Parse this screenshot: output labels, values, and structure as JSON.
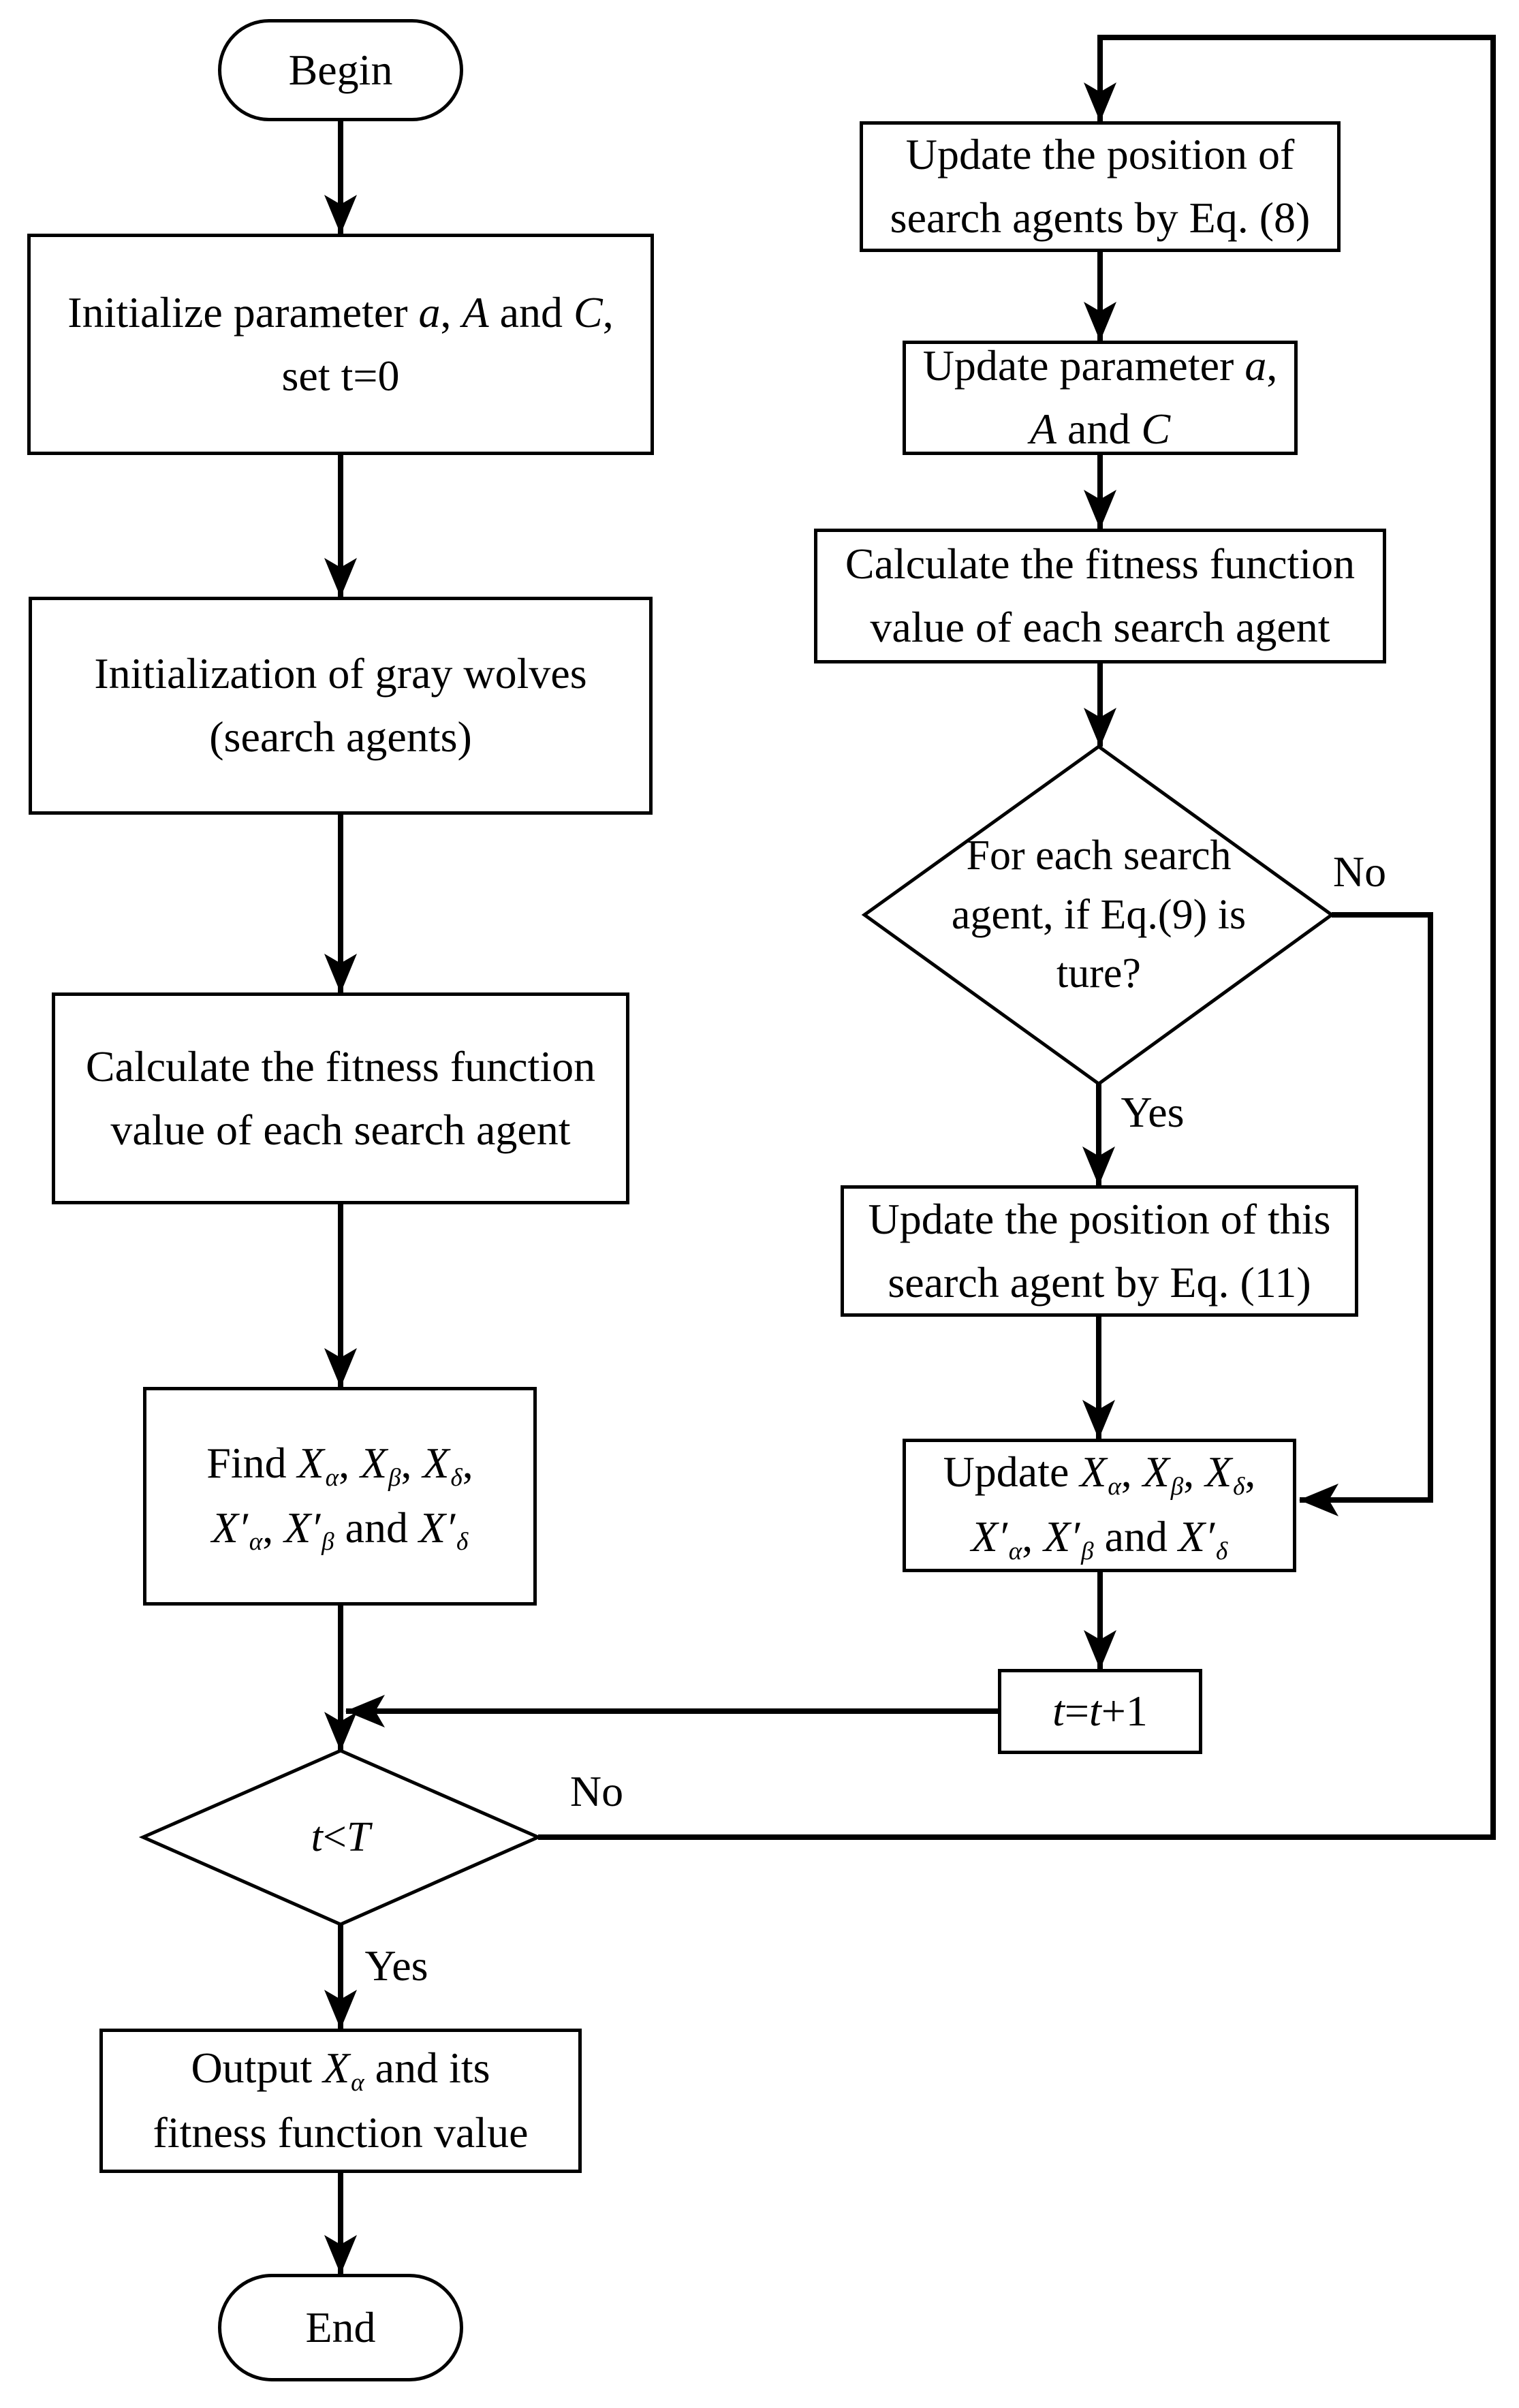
{
  "colors": {
    "line": "#000000",
    "fill": "#ffffff",
    "text": "#000000"
  },
  "labels": {
    "t_no": "No",
    "t_yes": "Yes",
    "eq9_no": "No",
    "eq9_yes": "Yes"
  },
  "nodes": {
    "begin": {
      "shape": "terminator",
      "lines": [
        [
          {
            "t": "Begin"
          }
        ]
      ]
    },
    "init_params": {
      "shape": "process",
      "lines": [
        [
          {
            "t": "Initialize parameter "
          },
          {
            "t": "a",
            "s": "i"
          },
          {
            "t": ", "
          },
          {
            "t": "A",
            "s": "i"
          },
          {
            "t": " and "
          },
          {
            "t": "C",
            "s": "i"
          },
          {
            "t": ","
          }
        ],
        [
          {
            "t": "set t=0"
          }
        ]
      ]
    },
    "init_wolves": {
      "shape": "process",
      "lines": [
        [
          {
            "t": "Initialization of gray wolves"
          }
        ],
        [
          {
            "t": "(search agents)"
          }
        ]
      ]
    },
    "calc_fitness_left": {
      "shape": "process",
      "lines": [
        [
          {
            "t": "Calculate the fitness function"
          }
        ],
        [
          {
            "t": "value of each search agent"
          }
        ]
      ]
    },
    "find_leaders": {
      "shape": "process",
      "lines": [
        [
          {
            "t": "Find "
          },
          {
            "t": "X",
            "s": "i"
          },
          {
            "t": "α",
            "s": "sub"
          },
          {
            "t": ", "
          },
          {
            "t": "X",
            "s": "i"
          },
          {
            "t": "β",
            "s": "sub"
          },
          {
            "t": ", "
          },
          {
            "t": "X",
            "s": "i"
          },
          {
            "t": "δ",
            "s": "sub"
          },
          {
            "t": ","
          }
        ],
        [
          {
            "t": "X′",
            "s": "i"
          },
          {
            "t": "α",
            "s": "sub"
          },
          {
            "t": ", "
          },
          {
            "t": "X′",
            "s": "i"
          },
          {
            "t": "β",
            "s": "sub"
          },
          {
            "t": " and "
          },
          {
            "t": "X′",
            "s": "i"
          },
          {
            "t": "δ",
            "s": "sub"
          }
        ]
      ]
    },
    "t_decision": {
      "shape": "decision",
      "lines": [
        [
          {
            "t": "t",
            "s": "i"
          },
          {
            "t": "<"
          },
          {
            "t": "T",
            "s": "i"
          }
        ]
      ]
    },
    "output_result": {
      "shape": "process",
      "lines": [
        [
          {
            "t": "Output "
          },
          {
            "t": "X",
            "s": "i"
          },
          {
            "t": "α",
            "s": "sub"
          },
          {
            "t": " and its"
          }
        ],
        [
          {
            "t": "fitness function value"
          }
        ]
      ]
    },
    "end": {
      "shape": "terminator",
      "lines": [
        [
          {
            "t": "End"
          }
        ]
      ]
    },
    "update_positions_eq8": {
      "shape": "process",
      "lines": [
        [
          {
            "t": "Update the position of"
          }
        ],
        [
          {
            "t": "search agents by Eq. (8)"
          }
        ]
      ]
    },
    "update_params": {
      "shape": "process",
      "lines": [
        [
          {
            "t": "Update parameter "
          },
          {
            "t": "a",
            "s": "i"
          },
          {
            "t": ","
          }
        ],
        [
          {
            "t": "A",
            "s": "i"
          },
          {
            "t": " and "
          },
          {
            "t": "C",
            "s": "i"
          }
        ]
      ]
    },
    "calc_fitness_right": {
      "shape": "process",
      "lines": [
        [
          {
            "t": "Calculate the fitness function"
          }
        ],
        [
          {
            "t": "value of each search agent"
          }
        ]
      ]
    },
    "eq9_decision": {
      "shape": "decision",
      "lines": [
        [
          {
            "t": "For each search"
          }
        ],
        [
          {
            "t": "agent, if Eq.(9) is"
          }
        ],
        [
          {
            "t": "ture?"
          }
        ]
      ]
    },
    "update_position_eq11": {
      "shape": "process",
      "lines": [
        [
          {
            "t": "Update the position of this"
          }
        ],
        [
          {
            "t": "search agent by Eq. (11)"
          }
        ]
      ]
    },
    "update_leaders": {
      "shape": "process",
      "lines": [
        [
          {
            "t": "Update "
          },
          {
            "t": "X",
            "s": "i"
          },
          {
            "t": "α",
            "s": "sub"
          },
          {
            "t": ", "
          },
          {
            "t": "X",
            "s": "i"
          },
          {
            "t": "β",
            "s": "sub"
          },
          {
            "t": ", "
          },
          {
            "t": "X",
            "s": "i"
          },
          {
            "t": "δ",
            "s": "sub"
          },
          {
            "t": ","
          }
        ],
        [
          {
            "t": "X′",
            "s": "i"
          },
          {
            "t": "α",
            "s": "sub"
          },
          {
            "t": ", "
          },
          {
            "t": "X′",
            "s": "i"
          },
          {
            "t": "β",
            "s": "sub"
          },
          {
            "t": " and "
          },
          {
            "t": "X′",
            "s": "i"
          },
          {
            "t": "δ",
            "s": "sub"
          }
        ]
      ]
    },
    "increment_t": {
      "shape": "process",
      "lines": [
        [
          {
            "t": "t",
            "s": "i"
          },
          {
            "t": "="
          },
          {
            "t": "t",
            "s": "i"
          },
          {
            "t": "+1"
          }
        ]
      ]
    }
  }
}
